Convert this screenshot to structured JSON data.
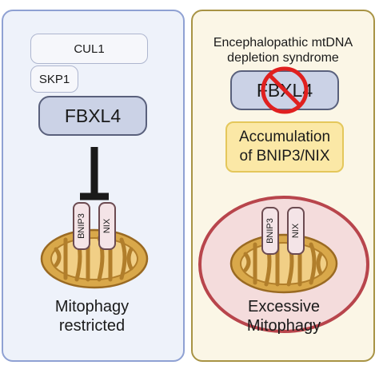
{
  "left_panel": {
    "cul1_label": "CUL1",
    "skp1_label": "SKP1",
    "fbxl4_label": "FBXL4",
    "bnip3_label": "BNIP3",
    "nix_label": "NIX",
    "caption_line1": "Mitophagy",
    "caption_line2": "restricted"
  },
  "right_panel": {
    "title_line1": "Encephalopathic mtDNA",
    "title_line2": "depletion syndrome",
    "fbxl4_label": "FBXL4",
    "accumulation_line1": "Accumulation",
    "accumulation_line2": "of BNIP3/NIX",
    "bnip3_label": "BNIP3",
    "nix_label": "NIX",
    "caption_line1": "Excessive",
    "caption_line2": "Mitophagy"
  },
  "colors": {
    "left_border": "#8fa1d3",
    "right_border": "#a89344",
    "mitochondrion_fill": "#d9a84a",
    "mitochondrion_stroke": "#9a6a22",
    "receptor_fill": "#f4e4e7",
    "receptor_stroke": "#6c4b51",
    "prohibition_red": "#e0201f",
    "ring_stroke": "#b8454c",
    "ring_fill": "#f4dcdc"
  }
}
